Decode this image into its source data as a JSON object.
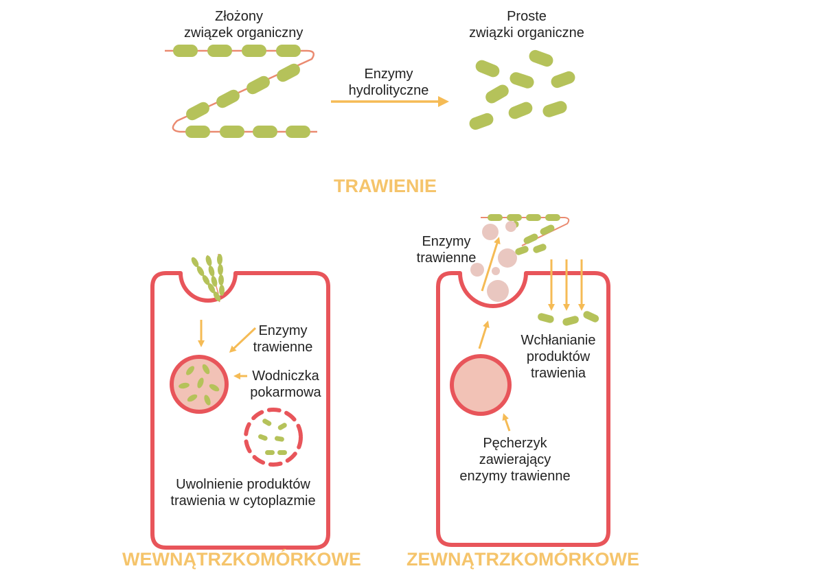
{
  "colors": {
    "membrane": "#e8555a",
    "arrow": "#f5bb55",
    "title": "#f5c46b",
    "molecule": "#b5c25a",
    "chain": "#ea8a70",
    "vesicle_fill": "#f2c2b6",
    "enzyme_dot": "#e9c7c0"
  },
  "digestion": {
    "complex_label": [
      "Złożony",
      "związek organiczny"
    ],
    "simple_label": [
      "Proste",
      "związki organiczne"
    ],
    "enzymes_label": [
      "Enzymy",
      "hydrolityczne"
    ],
    "title": "TRAWIENIE"
  },
  "intracellular": {
    "title": "WEWNĄTRZKOMÓRKOWE",
    "enzymes_label": [
      "Enzymy",
      "trawienne"
    ],
    "vacuole_label": [
      "Wodniczka",
      "pokarmowa"
    ],
    "release_label": [
      "Uwolnienie produktów",
      "trawienia w cytoplazmie"
    ]
  },
  "extracellular": {
    "title": "ZEWNĄTRZKOMÓRKOWE",
    "enzymes_label": [
      "Enzymy",
      "trawienne"
    ],
    "absorption_label": [
      "Wchłanianie",
      "produktów",
      "trawienia"
    ],
    "vesicle_label": [
      "Pęcherzyk",
      "zawierający",
      "enzymy trawienne"
    ]
  }
}
